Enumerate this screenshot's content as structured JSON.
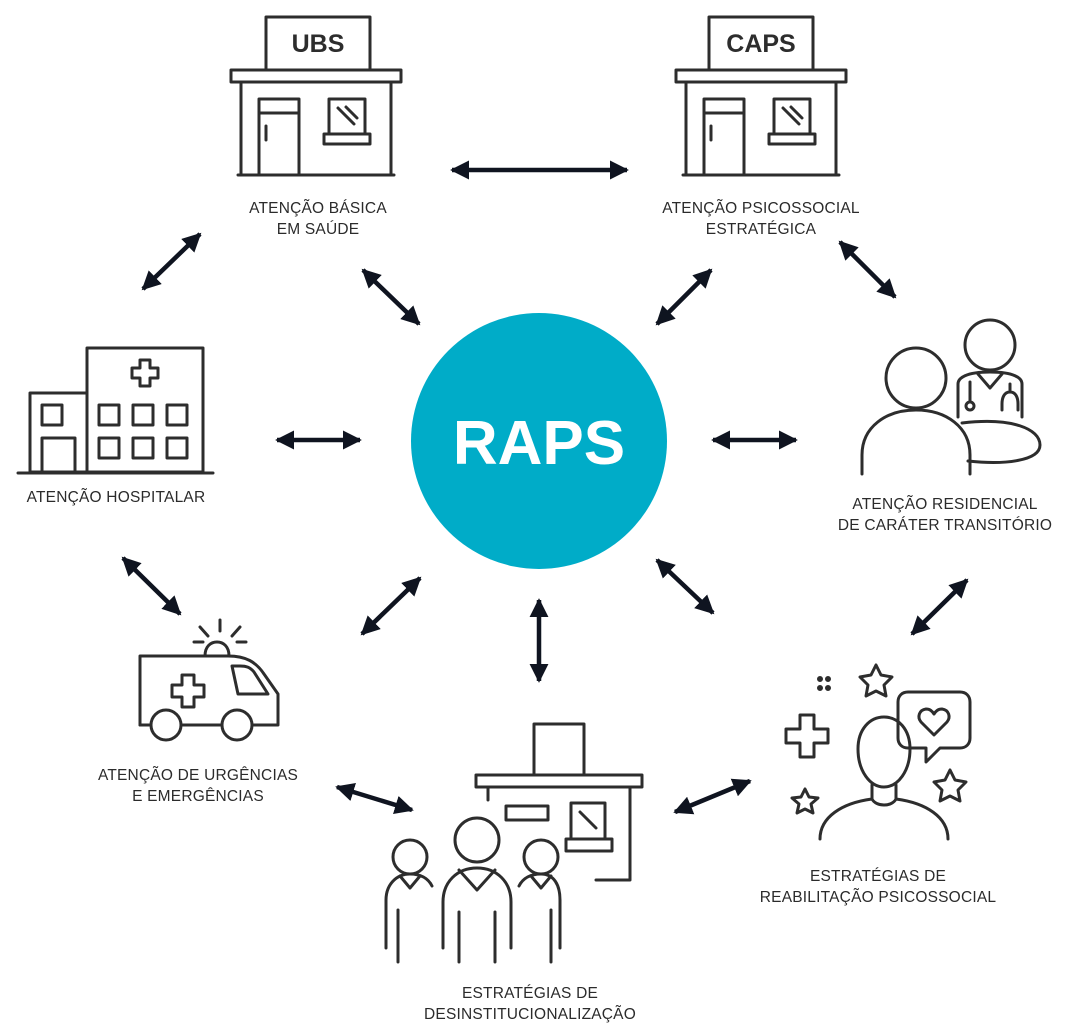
{
  "center": {
    "label": "RAPS",
    "color": "#00acc8"
  },
  "colors": {
    "icon_stroke": "#2d2d2d",
    "arrow": "#0f1420",
    "text": "#2b2b2b"
  },
  "nodes": [
    {
      "id": "ubs",
      "icon": "ubs-building-icon",
      "sign": "UBS",
      "lines": [
        "ATENÇÃO BÁSICA",
        "EM SAÚDE"
      ]
    },
    {
      "id": "caps",
      "icon": "caps-building-icon",
      "sign": "CAPS",
      "lines": [
        "ATENÇÃO PSICOSSOCIAL",
        "ESTRATÉGICA"
      ]
    },
    {
      "id": "hospital",
      "icon": "hospital-icon",
      "lines": [
        "ATENÇÃO HOSPITALAR"
      ]
    },
    {
      "id": "residencial",
      "icon": "consultation-icon",
      "lines": [
        "ATENÇÃO RESIDENCIAL",
        "DE CARÁTER TRANSITÓRIO"
      ]
    },
    {
      "id": "urgencias",
      "icon": "ambulance-icon",
      "lines": [
        "ATENÇÃO DE URGÊNCIAS",
        "E EMERGÊNCIAS"
      ]
    },
    {
      "id": "desinst",
      "icon": "people-building-icon",
      "lines": [
        "ESTRATÉGIAS DE",
        "DESINSTITUCIONALIZAÇÃO"
      ]
    },
    {
      "id": "reabilitacao",
      "icon": "person-care-icon",
      "lines": [
        "ESTRATÉGIAS DE",
        "REABILITAÇÃO PSICOSSOCIAL"
      ]
    }
  ]
}
